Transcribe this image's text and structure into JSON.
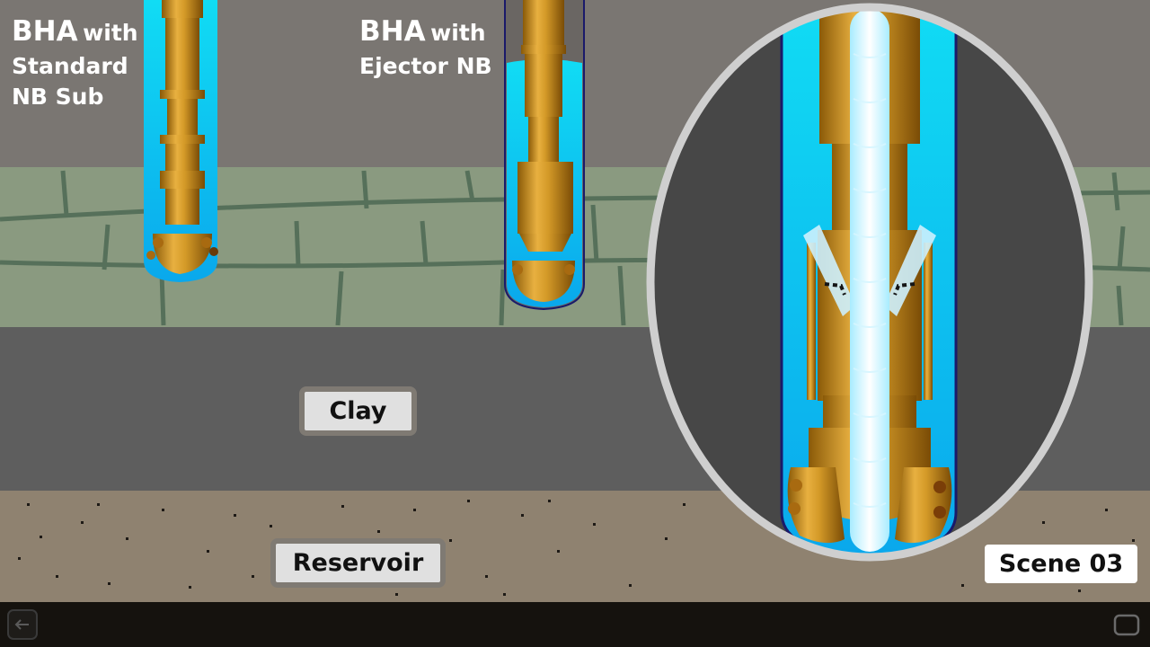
{
  "labels": {
    "standard_line1_big": "BHA",
    "standard_line1_small": "with",
    "standard_line2": "Standard",
    "standard_line3": "NB Sub",
    "ejector_line1_big": "BHA",
    "ejector_line1_small": "with",
    "ejector_line2": "Ejector NB"
  },
  "zones": {
    "clay": "Clay",
    "reservoir": "Reservoir"
  },
  "scene": {
    "badge": "Scene 03"
  },
  "icons": {
    "back": "back-arrow-icon",
    "window": "window-icon"
  },
  "colors": {
    "upper_rock": "#7a7672",
    "shale": "#8a9a80",
    "clay": "#5e5e5e",
    "reservoir": "#8f8270",
    "mud": "#00d4f0",
    "pipe": "#c48a1c",
    "zoom_frame": "#cfcfcf"
  }
}
